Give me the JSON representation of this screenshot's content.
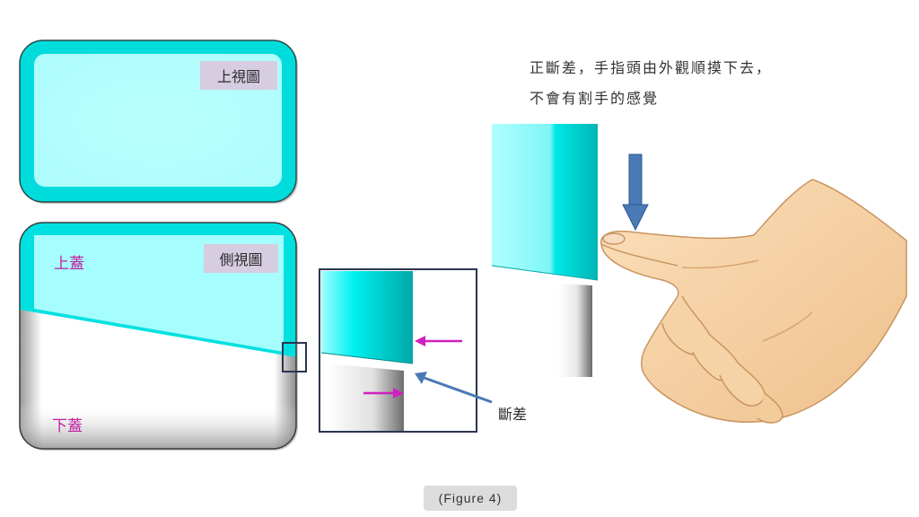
{
  "top_view": {
    "label": "上視圖"
  },
  "side_view": {
    "label": "側視圖",
    "upper_cover": "上蓋",
    "lower_cover": "下蓋"
  },
  "step_label": "斷差",
  "description": {
    "line1": "正斷差，手指頭由外觀順摸下去，",
    "line2": "不會有割手的感覺"
  },
  "caption": "(Figure 4)",
  "colors": {
    "cyan": "#00e5e5",
    "magenta": "#d020c0",
    "blue_arrow": "#4a7ab5",
    "navy": "#2b3550"
  }
}
